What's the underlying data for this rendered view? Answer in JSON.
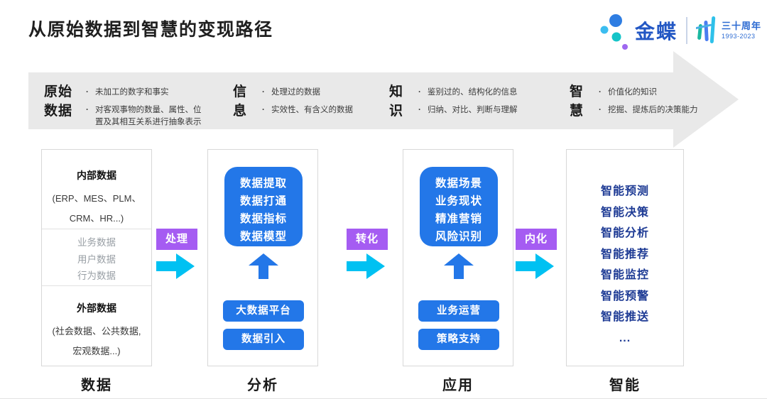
{
  "title": "从原始数据到智慧的变现路径",
  "logo": {
    "brand": "金蝶",
    "anniversary": "三十周年",
    "years": "1993-2023"
  },
  "banner": {
    "stages": [
      {
        "heading_lines": [
          "原始",
          "数据"
        ],
        "bullets": [
          "未加工的数字和事实",
          "对客观事物的数量、属性、位置及其相互关系进行抽象表示"
        ]
      },
      {
        "heading_lines": [
          "信",
          "息"
        ],
        "bullets": [
          "处理过的数据",
          "实效性、有含义的数据"
        ]
      },
      {
        "heading_lines": [
          "知",
          "识"
        ],
        "bullets": [
          "鉴别过的、结构化的信息",
          "归纳、对比、判断与理解"
        ]
      },
      {
        "heading_lines": [
          "智",
          "慧"
        ],
        "bullets": [
          "价值化的知识",
          "挖掘、提炼后的决策能力"
        ]
      }
    ]
  },
  "connectors": [
    {
      "label": "处理"
    },
    {
      "label": "转化"
    },
    {
      "label": "内化"
    }
  ],
  "columns": {
    "data": {
      "label": "数据",
      "internal_title": "内部数据",
      "internal_detail_lines": [
        "(ERP、MES、PLM、",
        "CRM、HR...)"
      ],
      "middle_items": [
        "业务数据",
        "用户数据",
        "行为数据"
      ],
      "external_title": "外部数据",
      "external_detail_lines": [
        "(社会数据、公共数据,",
        "宏观数据...)"
      ]
    },
    "analysis": {
      "label": "分析",
      "core_items": [
        "数据提取",
        "数据打通",
        "数据指标",
        "数据模型"
      ],
      "buttons": [
        "大数据平台",
        "数据引入"
      ]
    },
    "application": {
      "label": "应用",
      "core_items": [
        "数据场景",
        "业务现状",
        "精准营销",
        "风险识别"
      ],
      "buttons": [
        "业务运营",
        "策略支持"
      ]
    },
    "intelligence": {
      "label": "智能",
      "items": [
        "智能预测",
        "智能决策",
        "智能分析",
        "智能推荐",
        "智能监控",
        "智能预警",
        "智能推送",
        "..."
      ]
    }
  },
  "icons": {
    "logo_dots": "kingdee-butterfly-dots",
    "anniversary_mark": "stylized-thirty-glyph",
    "right_arrow": "cyan-block-arrow-right",
    "up_arrow": "blue-block-arrow-up"
  },
  "colors": {
    "accent_blue": "#2377e8",
    "navy_text": "#1d3a94",
    "purple_badge": "#a55cf2",
    "cyan_arrow": "#00c1f2",
    "banner_gray": "#e9e9e9",
    "brand_blue": "#2257c4"
  }
}
